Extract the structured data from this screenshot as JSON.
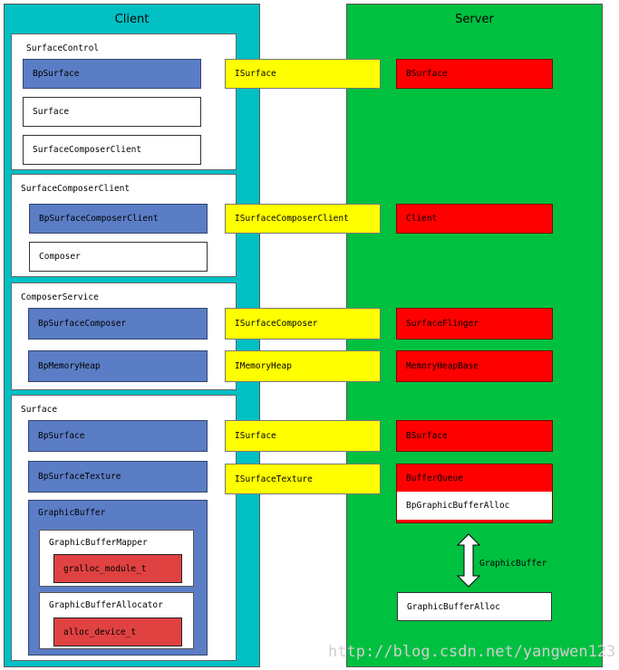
{
  "client": {
    "title": "Client"
  },
  "server": {
    "title": "Server"
  },
  "groups": {
    "surface_control": {
      "title": "SurfaceControl",
      "items": [
        "BpSurface",
        "Surface",
        "SurfaceComposerClient"
      ]
    },
    "surface_composer_client": {
      "title": "SurfaceComposerClient",
      "items": [
        "BpSurfaceComposerClient",
        "Composer"
      ]
    },
    "composer_service": {
      "title": "ComposerService",
      "items": [
        "BpSurfaceComposer",
        "BpMemoryHeap"
      ]
    },
    "surface": {
      "title": "Surface",
      "items": [
        "BpSurface",
        "BpSurfaceTexture"
      ],
      "graphic_buffer": {
        "title": "GraphicBuffer",
        "mapper": {
          "title": "GraphicBufferMapper",
          "inner": "gralloc_module_t"
        },
        "allocator": {
          "title": "GraphicBufferAllocator",
          "inner": "alloc_device_t"
        }
      }
    }
  },
  "interfaces": [
    "ISurface",
    "ISurfaceComposerClient",
    "ISurfaceComposer",
    "IMemoryHeap",
    "ISurface",
    "ISurfaceTexture"
  ],
  "server_items": [
    "BSurface",
    "Client",
    "SurfaceFlinger",
    "MemoryHeapBase",
    "BSurface",
    "BufferQueue"
  ],
  "server_bp_graphic_buffer_alloc": "BpGraphicBufferAlloc",
  "arrow_label": "GraphicBuffer",
  "server_graphic_buffer_alloc": "GraphicBufferAlloc",
  "watermark": "http://blog.csdn.net/yangwen123",
  "colors": {
    "client_bg": "#00c0c4",
    "server_bg": "#00c040",
    "proxy_blue": "#5b7dc5",
    "interface_yellow": "#ffff00",
    "server_red": "#ff0000",
    "native_red": "#e04242"
  }
}
